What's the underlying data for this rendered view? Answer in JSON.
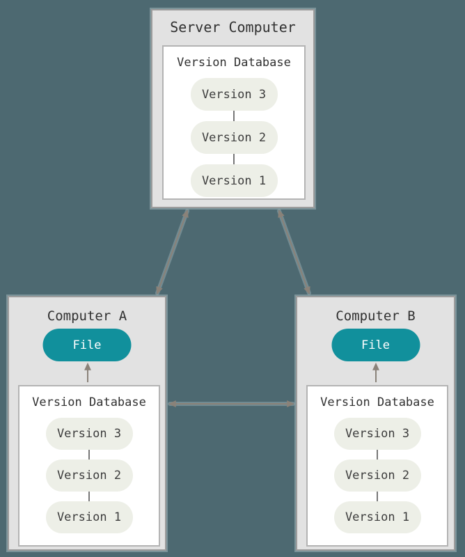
{
  "colors": {
    "bg": "#4d6971",
    "box-fill": "#e2e2e2",
    "box-border": "#9c9c9c",
    "inner-fill": "#ffffff",
    "inner-border": "#b3b3b3",
    "pill-fill": "#edefe7",
    "pill-text": "#3c3c3c",
    "title-text": "#303030",
    "file-fill": "#11909c",
    "file-text": "#ffffff",
    "connector": "#777777",
    "arrow": "#8a8279",
    "halo": "#9fb5ba"
  },
  "server": {
    "title": "Server Computer",
    "database": {
      "title": "Version Database",
      "versions": [
        "Version 3",
        "Version 2",
        "Version 1"
      ]
    }
  },
  "computer_a": {
    "title": "Computer A",
    "file_label": "File",
    "database": {
      "title": "Version Database",
      "versions": [
        "Version 3",
        "Version 2",
        "Version 1"
      ]
    }
  },
  "computer_b": {
    "title": "Computer B",
    "file_label": "File",
    "database": {
      "title": "Version Database",
      "versions": [
        "Version 3",
        "Version 2",
        "Version 1"
      ]
    }
  }
}
